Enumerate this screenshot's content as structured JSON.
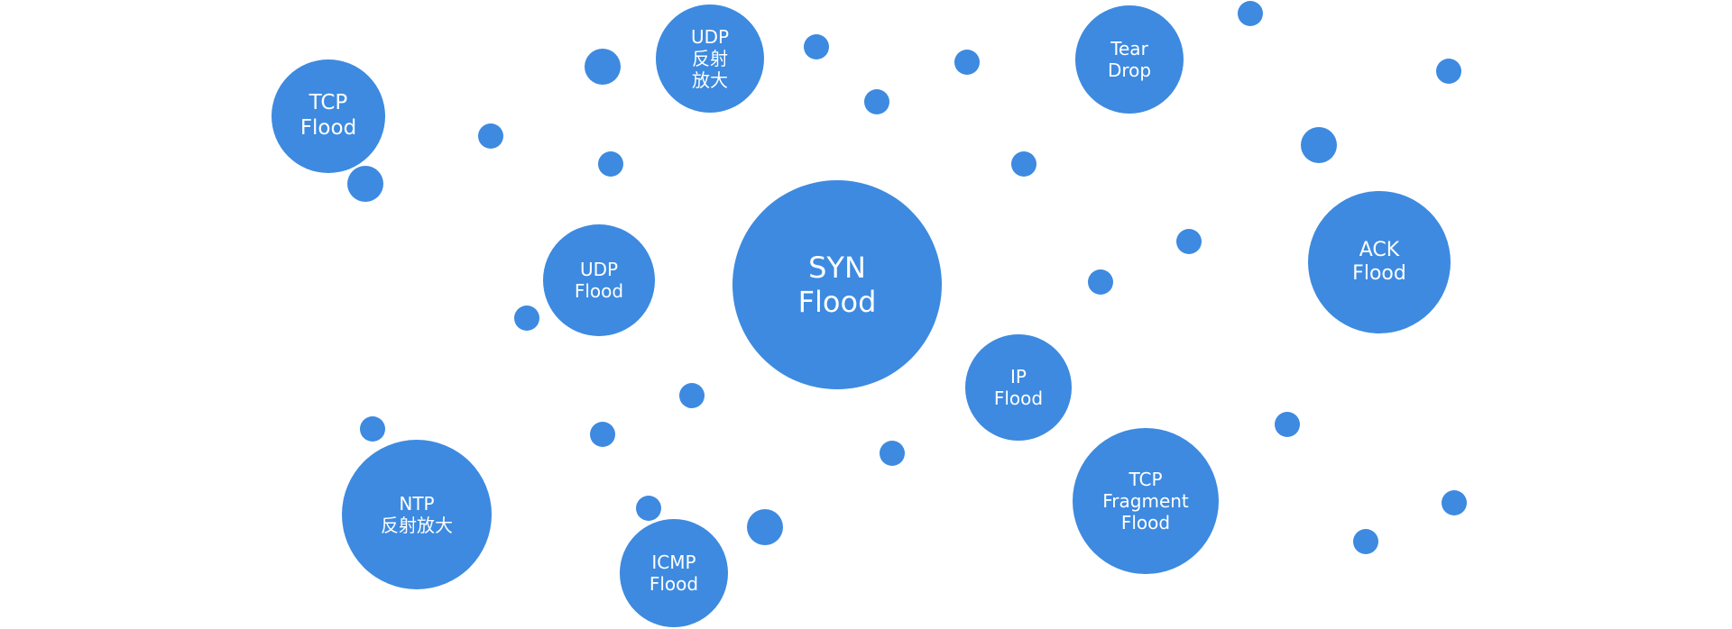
{
  "colors": {
    "bubble": "#3d8ae0",
    "text": "#ffffff",
    "background": "#ffffff"
  },
  "bubbles": [
    {
      "id": "syn-flood",
      "lines": [
        "SYN",
        "Flood"
      ]
    },
    {
      "id": "tcp-flood",
      "lines": [
        "TCP",
        "Flood"
      ]
    },
    {
      "id": "udp-reflect",
      "lines": [
        "UDP",
        "反射",
        "放大"
      ]
    },
    {
      "id": "tear-drop",
      "lines": [
        "Tear",
        "Drop"
      ]
    },
    {
      "id": "udp-flood",
      "lines": [
        "UDP",
        "Flood"
      ]
    },
    {
      "id": "ack-flood",
      "lines": [
        "ACK",
        "Flood"
      ]
    },
    {
      "id": "ip-flood",
      "lines": [
        "IP",
        "Flood"
      ]
    },
    {
      "id": "ntp-reflect",
      "lines": [
        "NTP",
        "反射放大"
      ]
    },
    {
      "id": "icmp-flood",
      "lines": [
        "ICMP",
        "Flood"
      ]
    },
    {
      "id": "tcp-fragment-flood",
      "lines": [
        "TCP",
        "Fragment",
        "Flood"
      ]
    }
  ]
}
